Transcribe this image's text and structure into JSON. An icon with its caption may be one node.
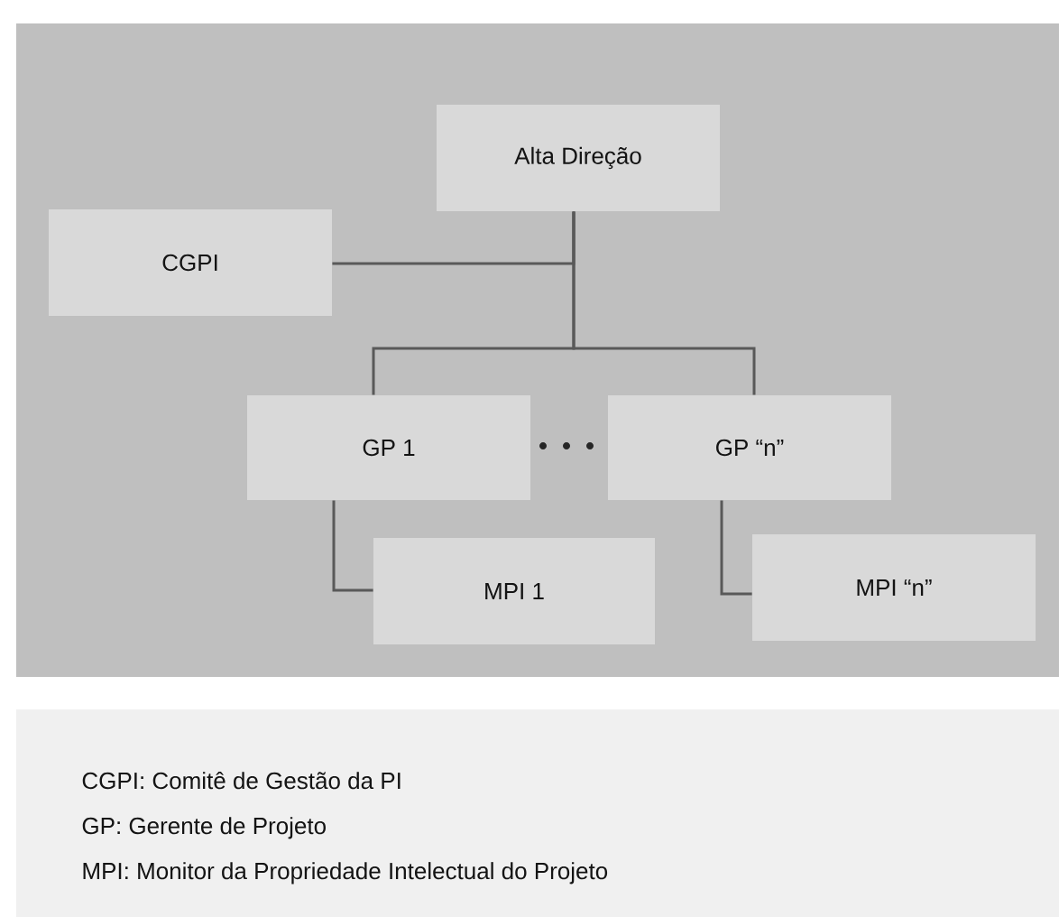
{
  "diagram": {
    "nodes": [
      {
        "text": [
          "Alta Direção"
        ]
      },
      {
        "text": [
          "CGPI"
        ]
      },
      {
        "text": [
          "GP 1"
        ]
      },
      {
        "text": [
          "GP “n”"
        ]
      },
      {
        "text": [
          "MPI 1"
        ]
      },
      {
        "text": [
          "MPI “n”"
        ]
      }
    ],
    "edges": [
      {
        "from": 0,
        "to": 1,
        "arrow": "none"
      },
      {
        "from": 0,
        "to": 2,
        "arrow": "none"
      },
      {
        "from": 0,
        "to": 3,
        "arrow": "none"
      },
      {
        "from": 2,
        "to": 4,
        "arrow": "none"
      },
      {
        "from": 3,
        "to": 5,
        "arrow": "none"
      }
    ],
    "labels": [
      "CGPI:   Comitê de Gestão da PI",
      "GP:   Gerente de Projeto",
      "MPI:  Monitor da Propriedade Intelectual do Projeto"
    ]
  }
}
